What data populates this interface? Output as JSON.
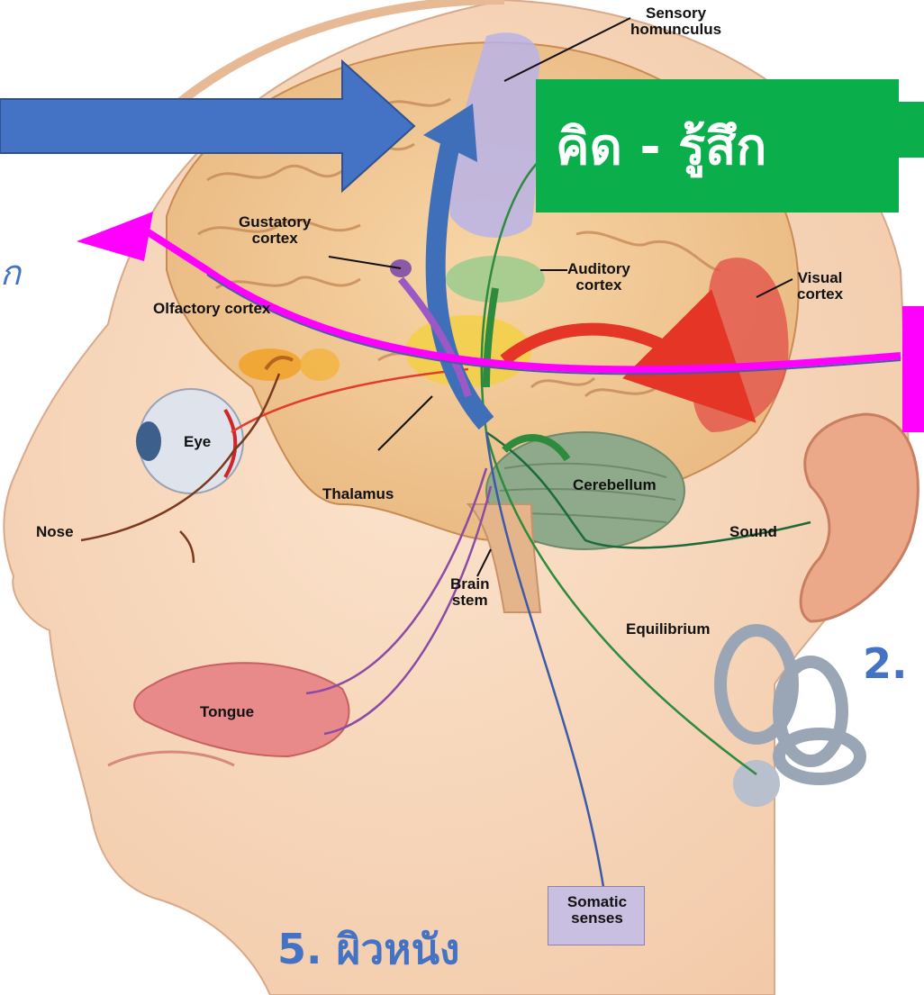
{
  "labels": {
    "sensory_homunculus": "Sensory\nhomunculus",
    "gustatory_cortex": "Gustatory\ncortex",
    "olfactory_cortex": "Olfactory cortex",
    "auditory_cortex": "Auditory\ncortex",
    "visual_cortex": "Visual\ncortex",
    "eye": "Eye",
    "thalamus": "Thalamus",
    "cerebellum": "Cerebellum",
    "nose": "Nose",
    "sound": "Sound",
    "brain_stem": "Brain\nstem",
    "equilibrium": "Equilibrium",
    "tongue": "Tongue",
    "somatic_senses": "Somatic\nsenses"
  },
  "overlay": {
    "think_feel": "คิด - รู้สึก",
    "skin": "5. ผิวหนัง",
    "ear_number": "2.",
    "smell_partial": "ก"
  },
  "colors": {
    "green_box": "#0aae4b",
    "magenta": "#ff00ff",
    "blue_arrow": "#4472c4",
    "thai_text": "#4472c4"
  }
}
